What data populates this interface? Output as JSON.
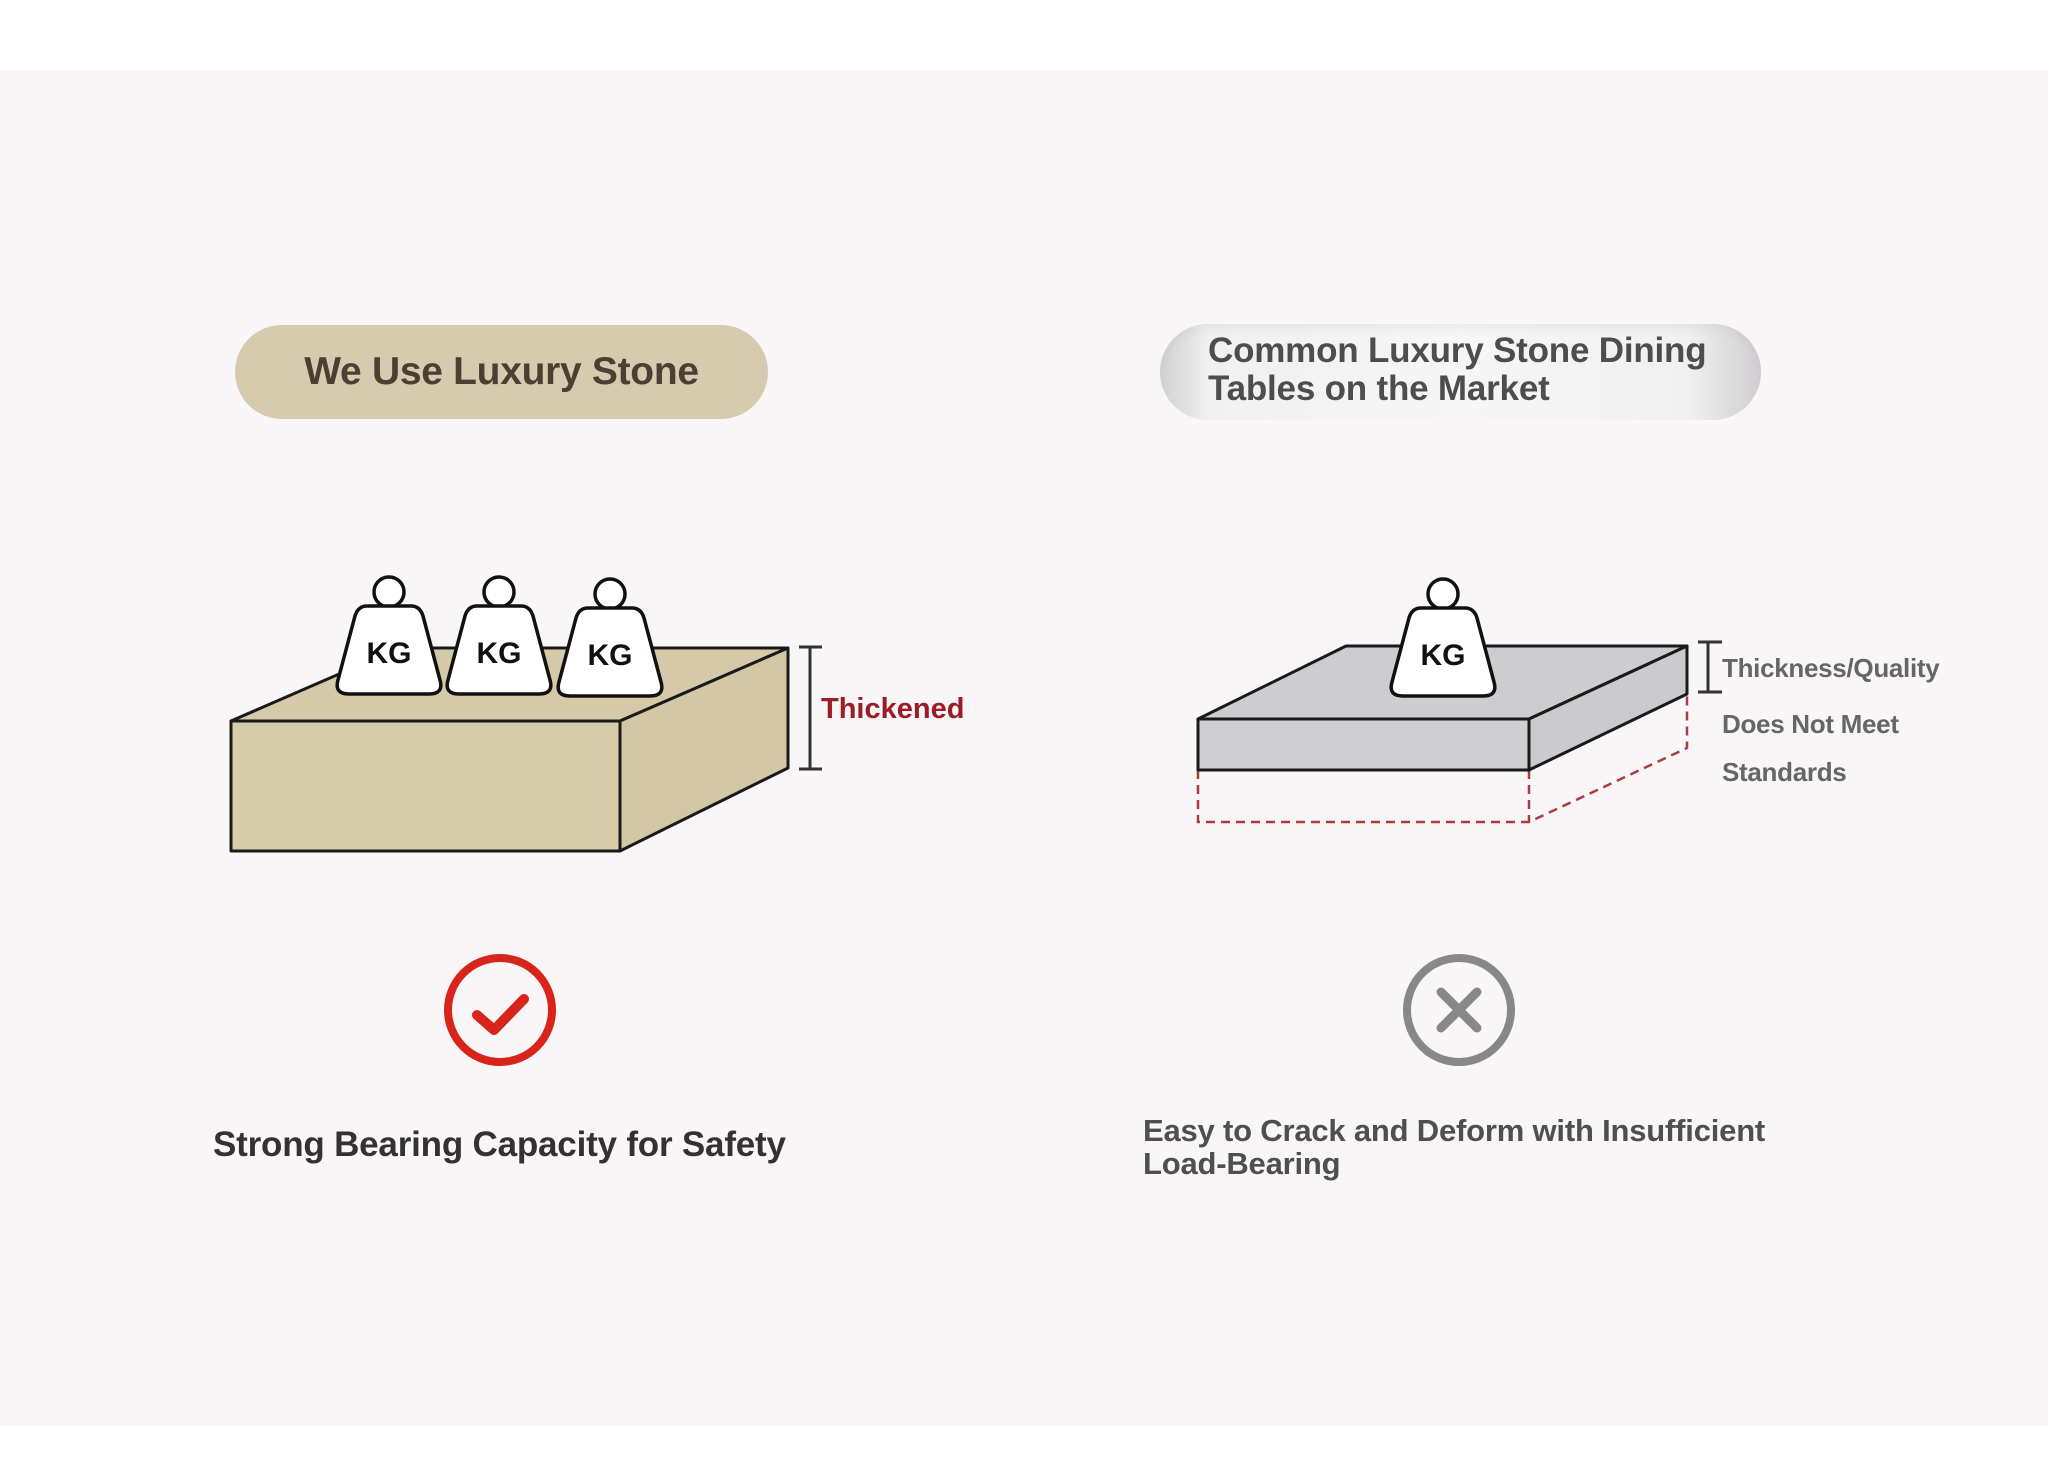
{
  "colors": {
    "page_bg": "#ffffff",
    "panel_bg": "#f8f6f6",
    "luxury_stone": "#d6cbae",
    "common_stone": "#d0cfd2",
    "accent_red": "#9b1c24",
    "check_red": "#d9241c",
    "cross_gray": "#8a8a8a"
  },
  "left": {
    "header": "We Use Luxury Stone",
    "weights": [
      "KG",
      "KG",
      "KG"
    ],
    "dimension_label": "Thickened",
    "status_icon": "check-circle-icon",
    "caption": "Strong Bearing Capacity for Safety"
  },
  "right": {
    "header": "Common Luxury Stone Dining\nTables on the Market",
    "weights": [
      "KG"
    ],
    "dimension_label_lines": [
      "Thickness/Quality",
      "Does Not Meet",
      "Standards"
    ],
    "status_icon": "cross-circle-icon",
    "caption": "Easy to Crack and Deform with Insufficient\nLoad-Bearing"
  }
}
